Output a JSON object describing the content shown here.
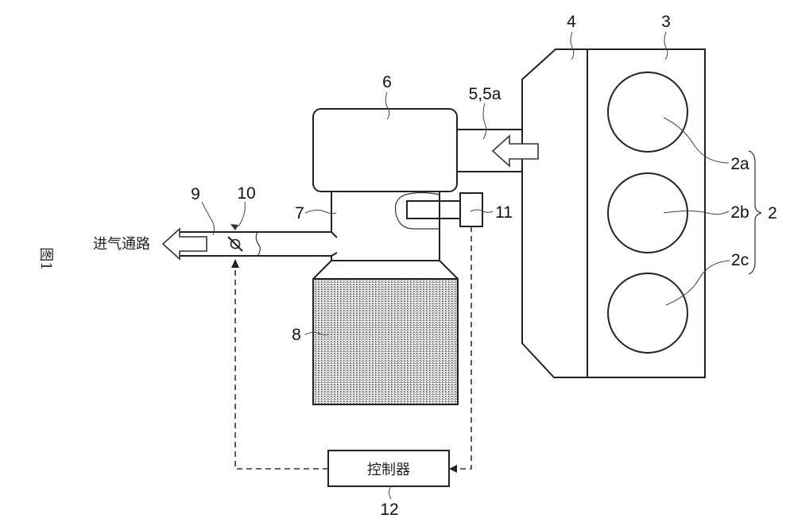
{
  "figure": {
    "caption": "图1",
    "intake_passage_text": "进气通路",
    "controller_text": "控制器"
  },
  "labels": {
    "l2": "2",
    "l2a": "2a",
    "l2b": "2b",
    "l2c": "2c",
    "l3": "3",
    "l4": "4",
    "l5": "5,5a",
    "l6": "6",
    "l7": "7",
    "l8": "8",
    "l9": "9",
    "l10": "10",
    "l11": "11",
    "l12": "12"
  },
  "components": [
    {
      "ref": "2",
      "name": "cylinders",
      "parts": [
        "2a",
        "2b",
        "2c"
      ]
    },
    {
      "ref": "3",
      "name": "engine-block"
    },
    {
      "ref": "4",
      "name": "intake-manifold"
    },
    {
      "ref": "5,5a",
      "name": "intake-duct"
    },
    {
      "ref": "6",
      "name": "chamber"
    },
    {
      "ref": "7",
      "name": "housing"
    },
    {
      "ref": "8",
      "name": "filter-element"
    },
    {
      "ref": "9",
      "name": "intake-pipe"
    },
    {
      "ref": "10",
      "name": "throttle-valve"
    },
    {
      "ref": "11",
      "name": "sensor"
    },
    {
      "ref": "12",
      "name": "controller"
    }
  ]
}
